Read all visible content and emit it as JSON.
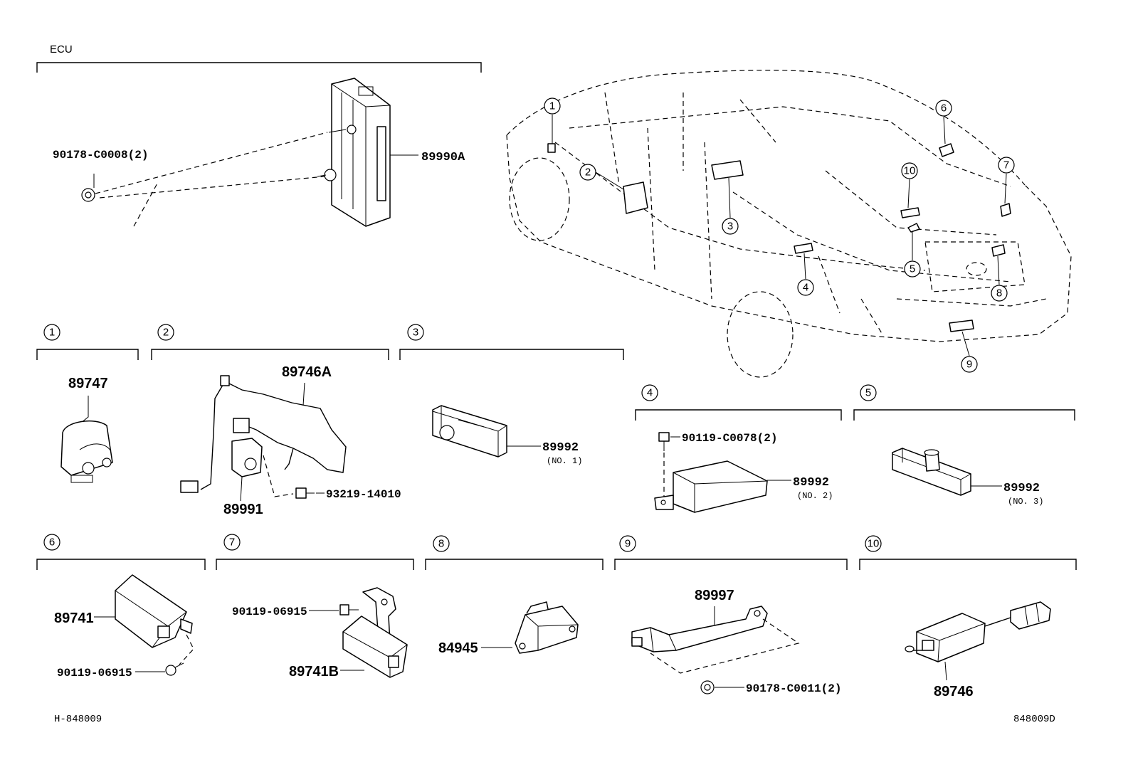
{
  "header_label": "ECU",
  "ecu": {
    "part_main": "89990A",
    "part_screw": "90178-C0008(2)"
  },
  "sections": {
    "s1": {
      "num": "1",
      "part": "89747"
    },
    "s2": {
      "num": "2",
      "part_harness": "89746A",
      "part_sensor": "89991",
      "part_bolt": "93219-14010"
    },
    "s3": {
      "num": "3",
      "part": "89992",
      "note": "(NO. 1)"
    },
    "s4": {
      "num": "4",
      "part": "89992",
      "note": "(NO. 2)",
      "part_bolt": "90119-C0078(2)"
    },
    "s5": {
      "num": "5",
      "part": "89992",
      "note": "(NO. 3)"
    },
    "s6": {
      "num": "6",
      "part": "89741",
      "part_bolt": "90119-06915"
    },
    "s7": {
      "num": "7",
      "part": "89741B",
      "part_bolt": "90119-06915"
    },
    "s8": {
      "num": "8",
      "part": "84945"
    },
    "s9": {
      "num": "9",
      "part": "89997",
      "part_clip": "90178-C0011(2)"
    },
    "s10": {
      "num": "10",
      "part": "89746"
    }
  },
  "car_callouts": [
    "1",
    "2",
    "3",
    "4",
    "5",
    "6",
    "7",
    "8",
    "9",
    "10"
  ],
  "footer": {
    "left_code": "H-848009",
    "right_code": "848009D"
  }
}
